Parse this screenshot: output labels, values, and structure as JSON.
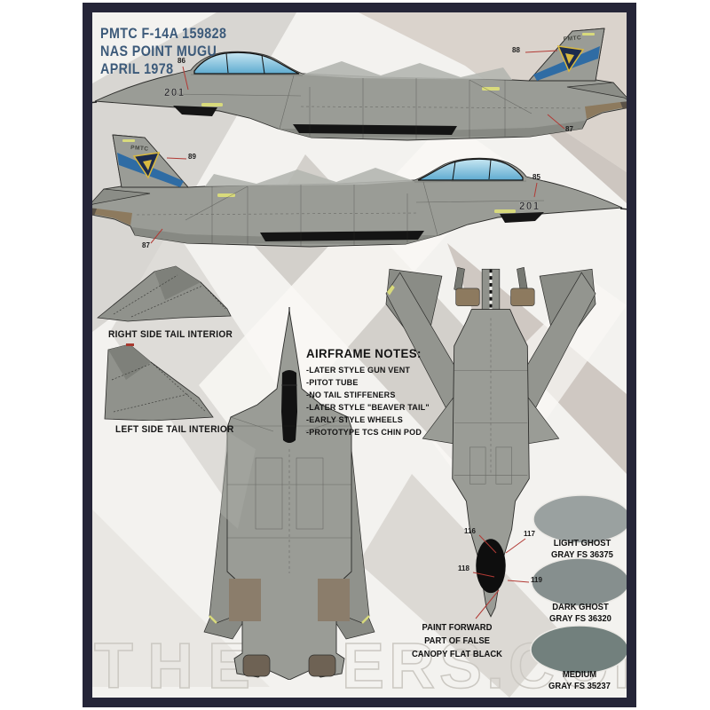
{
  "title": {
    "lines": [
      "PMTC F-14A 159828",
      "NAS POINT MUGU",
      "APRIL 1978"
    ]
  },
  "aircraft": {
    "modex": "201",
    "tail_code": "PMTC"
  },
  "callouts": {
    "profile_top": [
      "86",
      "88",
      "87"
    ],
    "profile_side": [
      "89",
      "85",
      "87"
    ],
    "ventral": [
      "116",
      "117",
      "118",
      "119"
    ]
  },
  "tail_details": {
    "right_label": "RIGHT SIDE TAIL INTERIOR",
    "left_label": "LEFT SIDE TAIL INTERIOR"
  },
  "airframe_notes": {
    "heading": "AIRFRAME NOTES:",
    "items": [
      "-LATER STYLE GUN VENT",
      "-PITOT TUBE",
      "-NO TAIL STIFFENERS",
      "-LATER STYLE \"BEAVER TAIL\"",
      "-EARLY STYLE WHEELS",
      "-PROTOTYPE TCS CHIN POD"
    ]
  },
  "false_canopy_note": {
    "lines": [
      "PAINT FORWARD",
      "PART OF FALSE",
      "CANOPY FLAT BLACK"
    ]
  },
  "paint_swatches": [
    {
      "label": "LIGHT GHOST",
      "fs": "GRAY FS 36375",
      "color": "#9aa1a0"
    },
    {
      "label": "DARK GHOST",
      "fs": "GRAY FS 36320",
      "color": "#868f8e"
    },
    {
      "label": "MEDIUM",
      "fs": "GRAY FS 35237",
      "color": "#72807d"
    }
  ],
  "watermark": {
    "left": "THE",
    "right": "ERS.COM"
  },
  "colors": {
    "page_border": "#252538",
    "content_bg": "#f3f2ef",
    "title_blue": "#3c5a7a",
    "callout_red": "#b23a35",
    "jet_gray": "#9a9c96",
    "jet_light": "#b4b6b0",
    "jet_dark": "#858781",
    "canopy_blue": "#7fc2de",
    "tail_band_blue": "#2f6ca4",
    "badge_gold": "#d9b93f",
    "exhaust_tan": "#8d7a5e",
    "slime_yellow": "#d8da7c",
    "watermark_outline": "#cbc8c2"
  }
}
